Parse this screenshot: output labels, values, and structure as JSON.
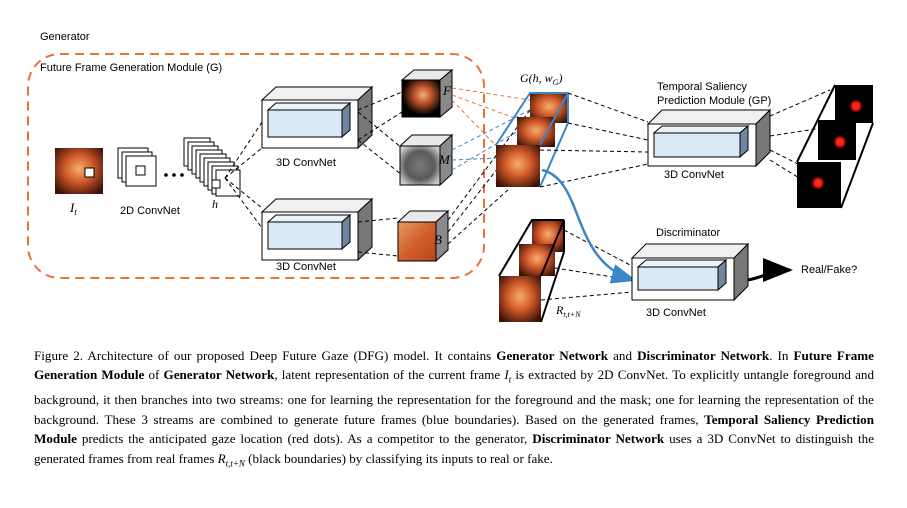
{
  "diagram": {
    "generator_label": "Generator",
    "ffg_module_label": "Future Frame Generation Module (G)",
    "input_label_main": "I",
    "input_label_sub": "t",
    "conv2d_label": "2D ConvNet",
    "latent_label": "h",
    "conv3d_fg_label": "3D ConvNet",
    "conv3d_bg_label": "3D ConvNet",
    "stream_f_label": "F",
    "stream_m_label": "M",
    "stream_b_label": "B",
    "gen_output_label": "G(h, w",
    "gen_output_sub": "G",
    "gen_output_close": ")",
    "tsp_module_label_line1": "Temporal Saliency",
    "tsp_module_label_line2": "Prediction Module (GP)",
    "conv3d_tsp_label": "3D ConvNet",
    "discriminator_label": "Discriminator",
    "conv3d_disc_label": "3D ConvNet",
    "real_fake_label": "Real/Fake?",
    "real_frames_label_main": "R",
    "real_frames_label_sub": "t,t+N",
    "colors": {
      "dashed_box": "#e8723a",
      "blue_arrow": "#3b86c6",
      "cube_face": "#dbe9f6"
    }
  },
  "caption": {
    "p01": "Figure 2. Architecture of our proposed Deep Future Gaze (DFG) model. It contains ",
    "p02": "Generator Network",
    "p03": " and ",
    "p04": "Discriminator Network",
    "p05": ". In ",
    "p06": "Future Frame Generation Module",
    "p07": " of ",
    "p08": "Generator Network",
    "p09": ", latent representation of the current frame ",
    "p10": "I",
    "p11": "t",
    "p12": " is extracted by 2D ConvNet. To explicitly untangle foreground and background, it then branches into two streams: one for learning the representation for the foreground and the mask; one for learning the representation of the background. These 3 streams are combined to generate future frames (blue boundaries). Based on the generated frames, ",
    "p13": "Temporal Saliency Prediction Module",
    "p14": " predicts the anticipated gaze location (red dots). As a competitor to the generator, ",
    "p15": "Discriminator Network",
    "p16": " uses a 3D ConvNet to distinguish the generated frames from real frames ",
    "p17": "R",
    "p18": "t,t+N",
    "p19": " (black boundaries) by classifying its inputs to real or fake."
  }
}
